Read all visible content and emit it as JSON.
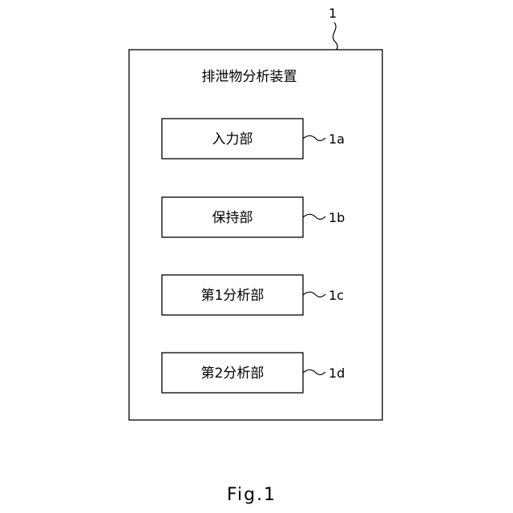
{
  "device": {
    "ref": "1",
    "title": "排泄物分析装置"
  },
  "units": [
    {
      "label": "入力部",
      "ref": "1a"
    },
    {
      "label": "保持部",
      "ref": "1b"
    },
    {
      "label": "第1分析部",
      "ref": "1c"
    },
    {
      "label": "第2分析部",
      "ref": "1d"
    }
  ],
  "figure": {
    "caption": "Fig.1"
  },
  "colors": {
    "line": "#000000",
    "background": "#ffffff"
  }
}
